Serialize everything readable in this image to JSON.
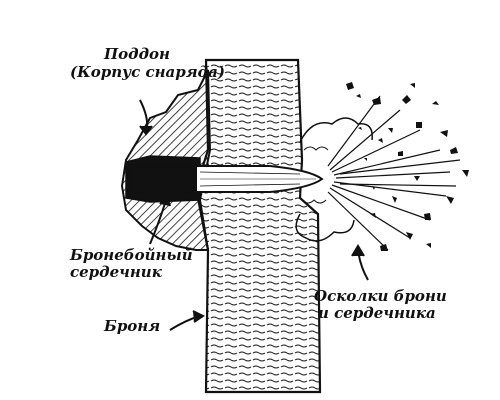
{
  "labels": {
    "sabot": {
      "line1": "Поддон",
      "line2": "(Корпус снаряда)"
    },
    "core": {
      "line1": "Бронебойный",
      "line2": "сердечник"
    },
    "armor": {
      "line1": "Броня"
    },
    "fragments": {
      "line1": "Осколки брони",
      "line2": "и сердечника"
    }
  },
  "colors": {
    "ink": "#111111",
    "paper": "#ffffff"
  }
}
